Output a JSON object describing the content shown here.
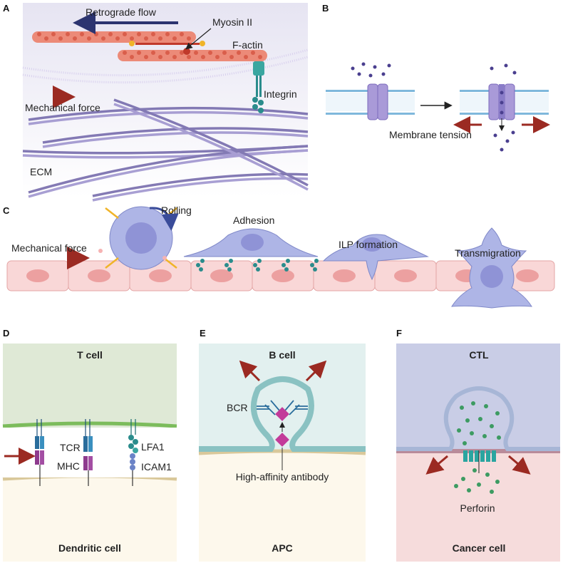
{
  "panels": {
    "a": {
      "letter": "A",
      "retrograde_flow": "Retrograde flow",
      "myosin": "Myosin II",
      "factin": "F-actin",
      "integrin": "Integrin",
      "mech_force": "Mechanical force",
      "ecm": "ECM"
    },
    "b": {
      "letter": "B",
      "membrane_tension": "Membrane tension"
    },
    "c": {
      "letter": "C",
      "rolling": "Rolling",
      "mech_force": "Mechanical force",
      "adhesion": "Adhesion",
      "ilp": "ILP formation",
      "transmigration": "Transmigration"
    },
    "d": {
      "letter": "D",
      "tcell": "T cell",
      "tcr": "TCR",
      "mhc": "MHC",
      "lfa1": "LFA1",
      "icam1": "ICAM1",
      "dendritic": "Dendritic cell"
    },
    "e": {
      "letter": "E",
      "bcell": "B cell",
      "bcr": "BCR",
      "antibody": "High-affinity antibody",
      "apc": "APC"
    },
    "f": {
      "letter": "F",
      "ctl": "CTL",
      "perforin": "Perforin",
      "cancer": "Cancer cell"
    }
  },
  "colors": {
    "actin": "#e8705c",
    "myosin": "#c0392b",
    "integrin": "#2a8c8c",
    "ecm": "#7a6fb0",
    "arrow_red": "#9b2a22",
    "arrow_navy": "#2c3470",
    "channel": "#a99ad8",
    "endothelium": "#f9d7d7",
    "leukocyte": "#aeb5e6",
    "tcell_bg": "#dfe9d6",
    "dc_bg": "#fdf8ec",
    "bcell_bg": "#e2f0ef",
    "ctl_bg": "#c9cde6",
    "cancer_bg": "#f6dcdc"
  }
}
